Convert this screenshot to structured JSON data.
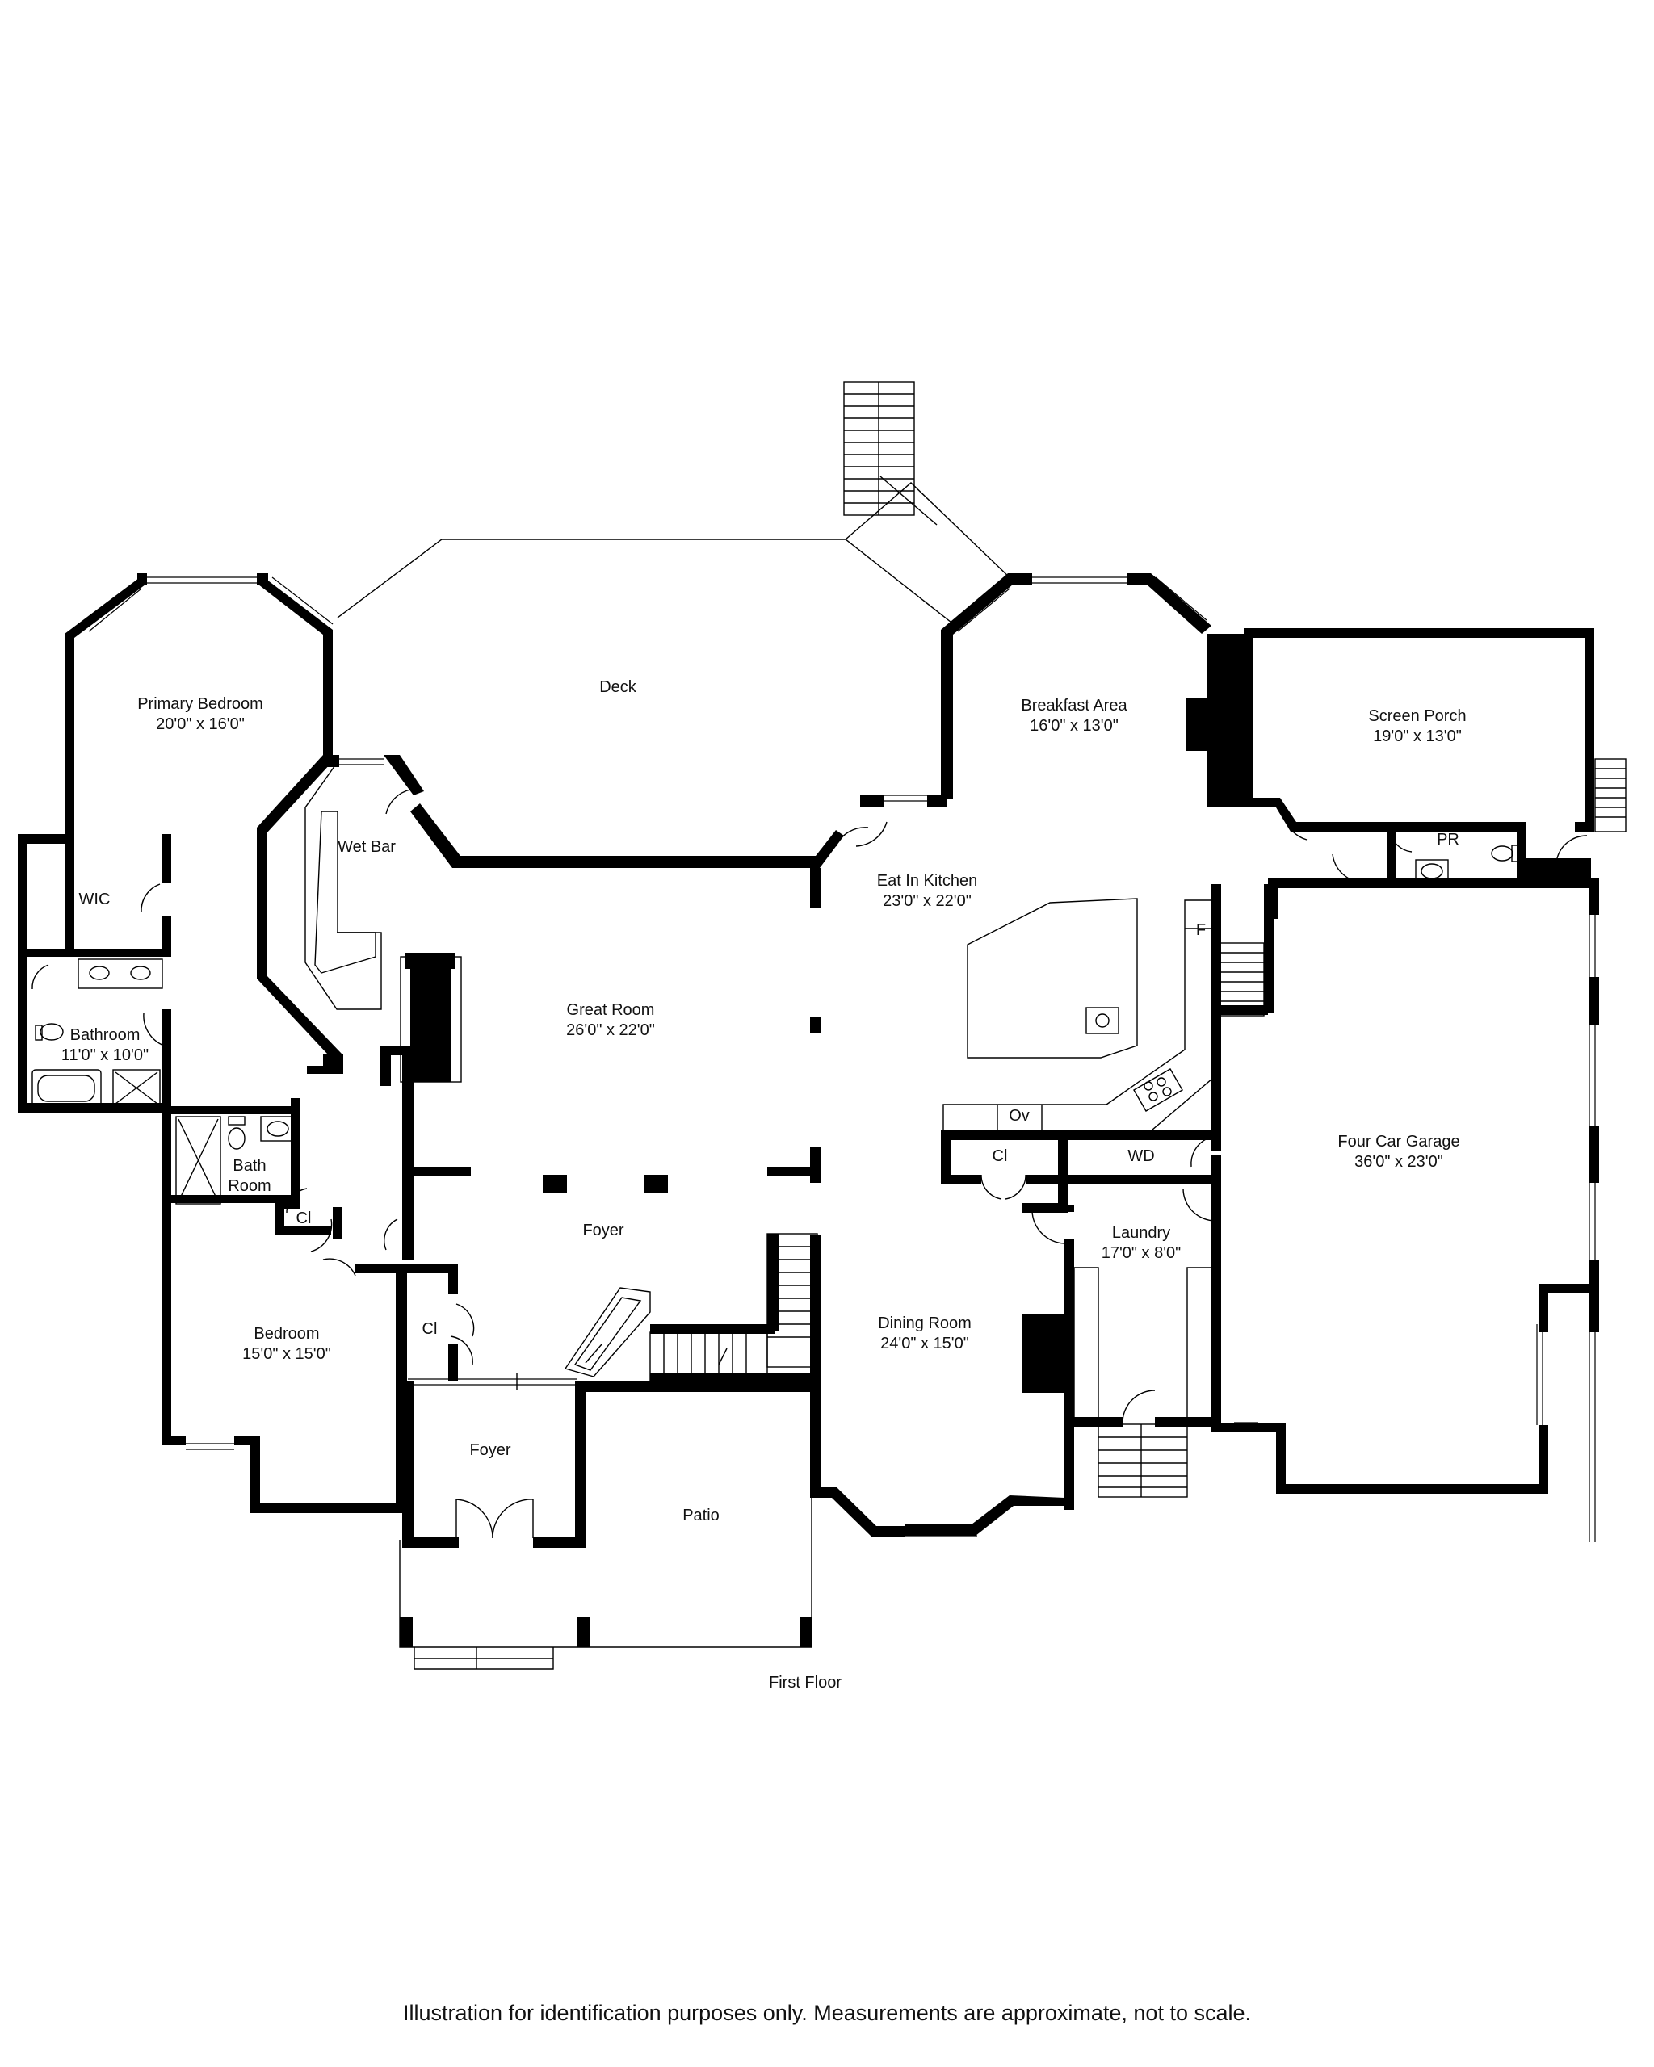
{
  "floor_label": "First Floor",
  "disclaimer": "Illustration for identification purposes only. Measurements are approximate, not to scale.",
  "rooms": {
    "primary_bedroom": {
      "name": "Primary Bedroom",
      "size": "20'0\" x 16'0\""
    },
    "deck": {
      "name": "Deck"
    },
    "breakfast_area": {
      "name": "Breakfast Area",
      "size": "16'0\" x 13'0\""
    },
    "screen_porch": {
      "name": "Screen Porch",
      "size": "19'0\" x 13'0\""
    },
    "pr": {
      "name": "PR"
    },
    "wic": {
      "name": "WIC"
    },
    "wet_bar": {
      "name": "Wet Bar"
    },
    "eat_in_kitchen": {
      "name": "Eat In Kitchen",
      "size": "23'0\" x 22'0\""
    },
    "fridge": {
      "name": "F"
    },
    "great_room": {
      "name": "Great Room",
      "size": "26'0\" x 22'0\""
    },
    "bathroom": {
      "name": "Bathroom",
      "size": "11'0\" x 10'0\""
    },
    "oven": {
      "name": "Ov"
    },
    "cl_kitchen": {
      "name": "Cl"
    },
    "wd": {
      "name": "WD"
    },
    "four_car_garage": {
      "name": "Four Car Garage",
      "size": "36'0\" x 23'0\""
    },
    "bath_room": {
      "name_line1": "Bath",
      "name_line2": "Room"
    },
    "cl_hall": {
      "name": "Cl"
    },
    "foyer_main": {
      "name": "Foyer"
    },
    "laundry": {
      "name": "Laundry",
      "size": "17'0\" x 8'0\""
    },
    "bedroom": {
      "name": "Bedroom",
      "size": "15'0\" x 15'0\""
    },
    "cl_foyer": {
      "name": "Cl"
    },
    "dining_room": {
      "name": "Dining Room",
      "size": "24'0\" x 15'0\""
    },
    "foyer_entry": {
      "name": "Foyer"
    },
    "patio": {
      "name": "Patio"
    }
  },
  "colors": {
    "wall": "#000000",
    "background": "#ffffff"
  }
}
